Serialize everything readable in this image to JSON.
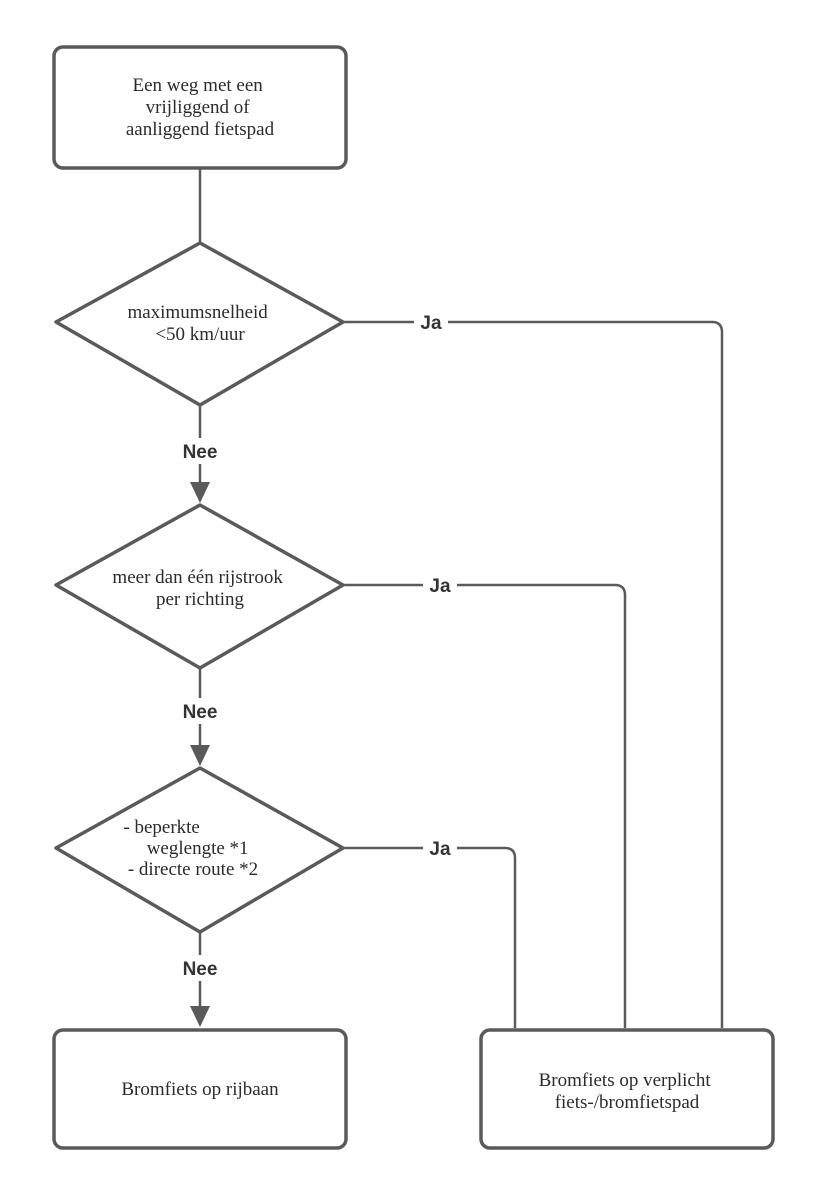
{
  "nodes": {
    "start": {
      "lines": [
        "Een weg met een",
        "vrijliggend of",
        "aanliggend fietspad"
      ]
    },
    "decision_speed": {
      "lines": [
        "maximumsnelheid",
        "<50 km/uur"
      ]
    },
    "decision_lanes": {
      "lines": [
        "meer dan één rijstrook",
        "per richting"
      ]
    },
    "decision_route": {
      "lines": [
        "- beperkte",
        "weglengte  *1",
        "- directe route  *2"
      ]
    },
    "end_road": {
      "lines": [
        "Bromfiets op rijbaan"
      ]
    },
    "end_path": {
      "lines": [
        "Bromfiets op verplicht",
        "fiets-/bromfietspad"
      ]
    }
  },
  "edges": {
    "speed_yes": "Ja",
    "speed_no": "Nee",
    "lanes_yes": "Ja",
    "lanes_no": "Nee",
    "route_yes": "Ja",
    "route_no": "Nee"
  },
  "colors": {
    "stroke": "#5a5a5a",
    "text": "#2b2b2b",
    "background": "#ffffff"
  }
}
